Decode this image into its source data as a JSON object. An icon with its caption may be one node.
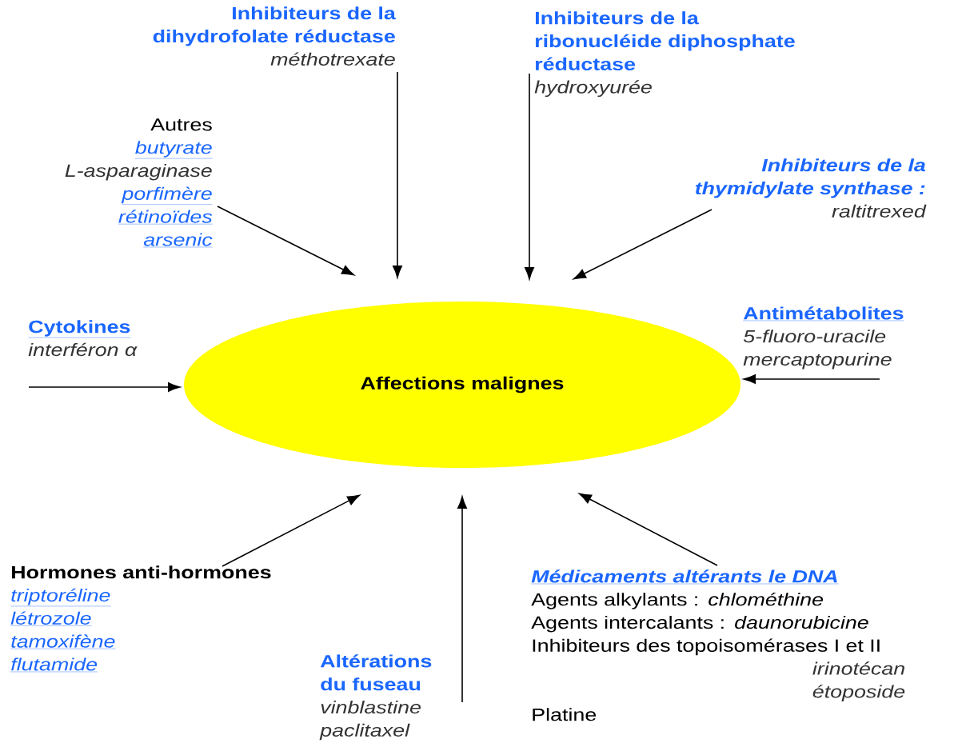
{
  "diagram": {
    "nodes": [
      {
        "text": [
          "Inhibiteurs de la dihydrofolate réductase",
          "méthotrexate"
        ]
      },
      {
        "text": [
          "Inhibiteurs de la ribonucléide diphosphate réductase",
          "hydroxyurée"
        ]
      },
      {
        "text": [
          "Autres",
          "butyrate",
          "L-asparaginase",
          "porfimère",
          "rétinoïdes",
          "arsenic"
        ]
      },
      {
        "text": [
          "Inhibiteurs de la thymidylate synthase :",
          "raltitrexed"
        ]
      },
      {
        "text": [
          "Cytokines",
          "interféron α"
        ]
      },
      {
        "text": [
          "Antimétabolites",
          "5-fluoro-uracile",
          "mercaptopurine"
        ]
      },
      {
        "text": [
          "Affections malignes"
        ]
      },
      {
        "text": [
          "Hormones anti-hormones",
          "triptoréline",
          "létrozole",
          "tamoxifène",
          "flutamide"
        ]
      },
      {
        "text": [
          "Altérations du fuseau",
          "vinblastine",
          "paclitaxel"
        ]
      },
      {
        "text": [
          "Médicaments altérants le DNA",
          "Agents alkylants : *chlométhine*",
          "Agents intercalants : *daunorubicine*",
          "Inhibiteurs des topoisomérases I et II",
          "irinotécan",
          "étoposide",
          "Platine"
        ]
      }
    ],
    "edges": [
      {
        "from": 0,
        "to": 6,
        "arrow": "to"
      },
      {
        "from": 1,
        "to": 6,
        "arrow": "to"
      },
      {
        "from": 2,
        "to": 6,
        "arrow": "to"
      },
      {
        "from": 3,
        "to": 6,
        "arrow": "to"
      },
      {
        "from": 4,
        "to": 6,
        "arrow": "to"
      },
      {
        "from": 5,
        "to": 6,
        "arrow": "to"
      },
      {
        "from": 7,
        "to": 6,
        "arrow": "to"
      },
      {
        "from": 8,
        "to": 6,
        "arrow": "to"
      },
      {
        "from": 9,
        "to": 6,
        "arrow": "to"
      }
    ]
  }
}
